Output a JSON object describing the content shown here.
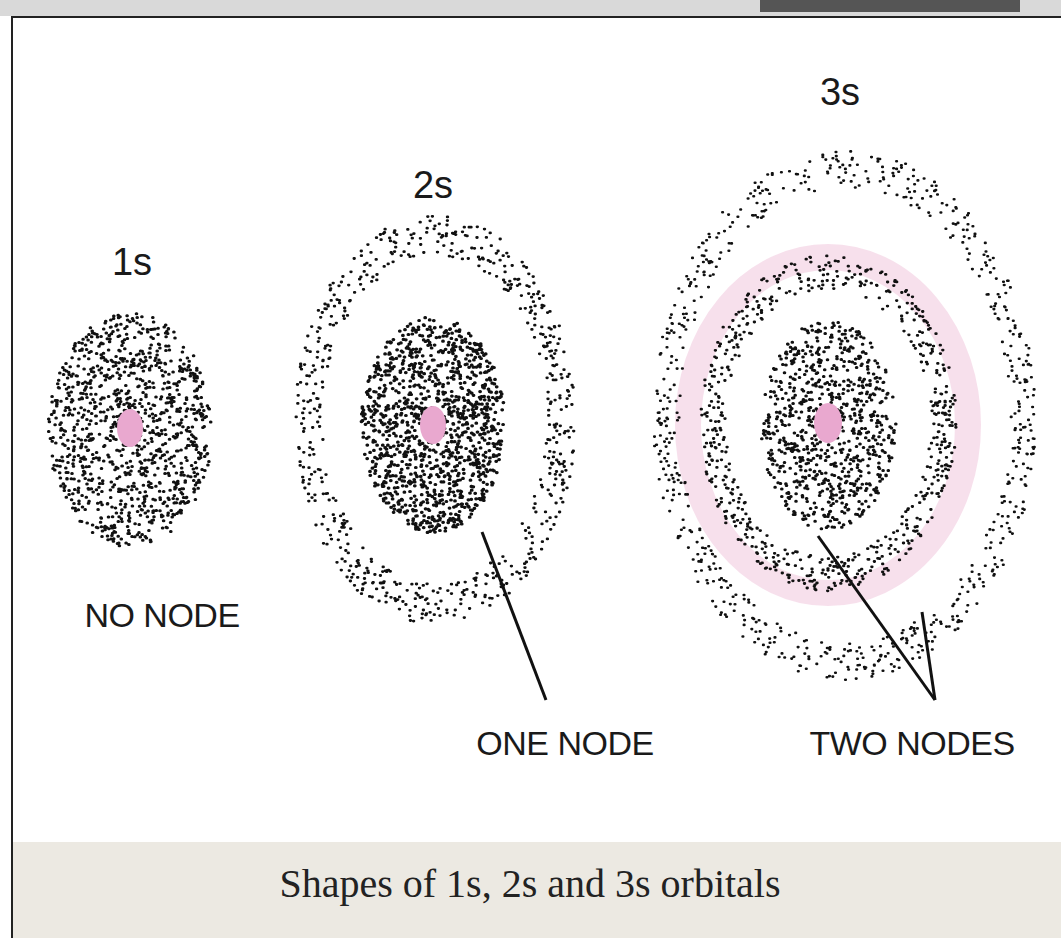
{
  "diagram": {
    "caption": "Shapes of 1s, 2s and 3s orbitals",
    "labels": [
      "1s",
      "2s",
      "3s",
      "NO NODE",
      "ONE NODE",
      "TWO NODES"
    ]
  }
}
